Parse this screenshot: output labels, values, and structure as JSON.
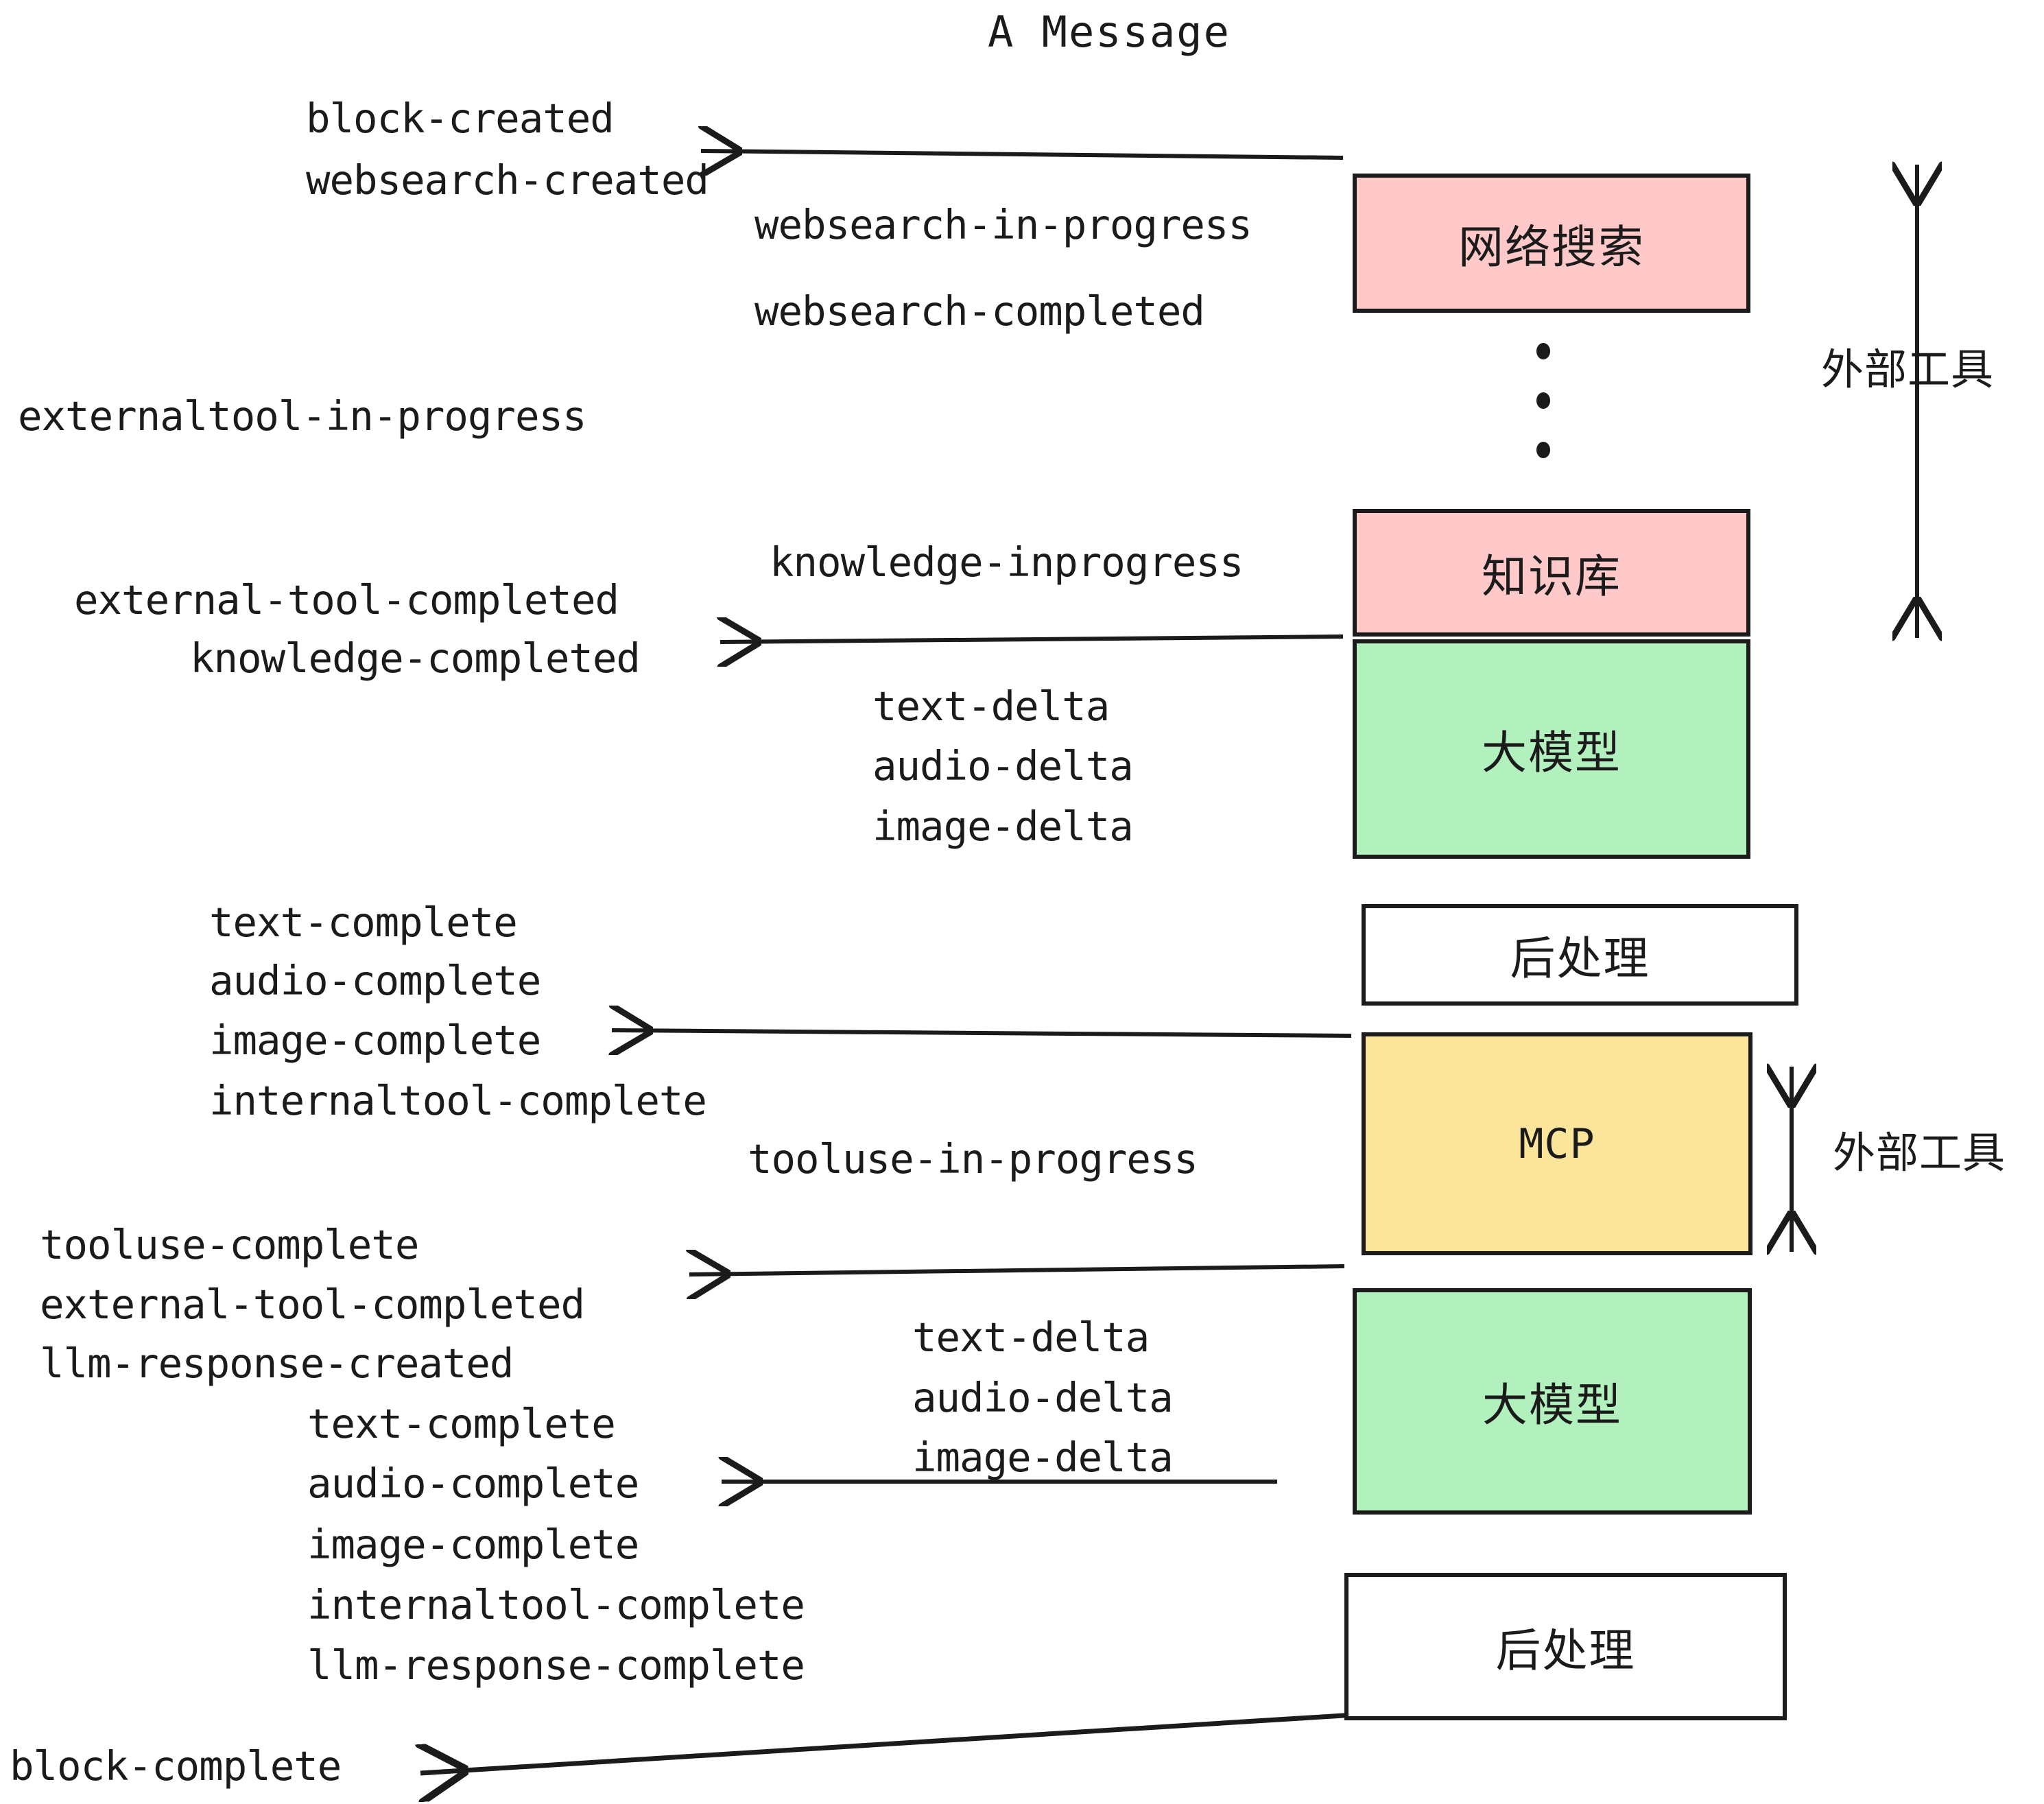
{
  "diagram": {
    "title": "A Message",
    "colors": {
      "external_tool_fill": "#ffc9c9",
      "llm_fill": "#b2f0bd",
      "mcp_fill": "#fbe59b",
      "postprocess_fill": "#ffffff",
      "stroke": "#1b1b1b"
    },
    "nodes": [
      {
        "id": "websearch",
        "label": "网络搜索",
        "fill": "#ffc9c9"
      },
      {
        "id": "knowledge",
        "label": "知识库",
        "fill": "#ffc9c9"
      },
      {
        "id": "llm-top",
        "label": "大模型",
        "fill": "#b2f0bd"
      },
      {
        "id": "postprocess-top",
        "label": "后处理",
        "fill": "#ffffff"
      },
      {
        "id": "mcp",
        "label": "MCP",
        "fill": "#fbe59b"
      },
      {
        "id": "llm-bottom",
        "label": "大模型",
        "fill": "#b2f0bd"
      },
      {
        "id": "postprocess-bottom",
        "label": "后处理",
        "fill": "#ffffff"
      }
    ],
    "group_labels": [
      {
        "id": "external-tool-top",
        "label": "外部工具"
      },
      {
        "id": "external-tool-bottom",
        "label": "外部工具"
      }
    ],
    "events": [
      {
        "id": "block-created",
        "label": "block-created"
      },
      {
        "id": "websearch-created",
        "label": "websearch-created"
      },
      {
        "id": "websearch-in-progress",
        "label": "websearch-in-progress"
      },
      {
        "id": "websearch-completed",
        "label": "websearch-completed"
      },
      {
        "id": "externaltool-in-progress",
        "label": "externaltool-in-progress"
      },
      {
        "id": "knowledge-inprogress",
        "label": "knowledge-inprogress"
      },
      {
        "id": "external-tool-completed-1",
        "label": "external-tool-completed"
      },
      {
        "id": "knowledge-completed",
        "label": "knowledge-completed"
      },
      {
        "id": "text-delta-1",
        "label": "text-delta"
      },
      {
        "id": "audio-delta-1",
        "label": "audio-delta"
      },
      {
        "id": "image-delta-1",
        "label": "image-delta"
      },
      {
        "id": "text-complete-1",
        "label": "text-complete"
      },
      {
        "id": "audio-complete-1",
        "label": "audio-complete"
      },
      {
        "id": "image-complete-1",
        "label": "image-complete"
      },
      {
        "id": "internaltool-complete-1",
        "label": "internaltool-complete"
      },
      {
        "id": "tooluse-in-progress",
        "label": "tooluse-in-progress"
      },
      {
        "id": "tooluse-complete",
        "label": "tooluse-complete"
      },
      {
        "id": "external-tool-completed-2",
        "label": "external-tool-completed"
      },
      {
        "id": "llm-response-created",
        "label": "llm-response-created"
      },
      {
        "id": "text-delta-2",
        "label": "text-delta"
      },
      {
        "id": "audio-delta-2",
        "label": "audio-delta"
      },
      {
        "id": "image-delta-2",
        "label": "image-delta"
      },
      {
        "id": "text-complete-2",
        "label": "text-complete"
      },
      {
        "id": "audio-complete-2",
        "label": "audio-complete"
      },
      {
        "id": "image-complete-2",
        "label": "image-complete"
      },
      {
        "id": "internaltool-complete-2",
        "label": "internaltool-complete"
      },
      {
        "id": "llm-response-complete",
        "label": "llm-response-complete"
      },
      {
        "id": "block-complete",
        "label": "block-complete"
      }
    ]
  }
}
